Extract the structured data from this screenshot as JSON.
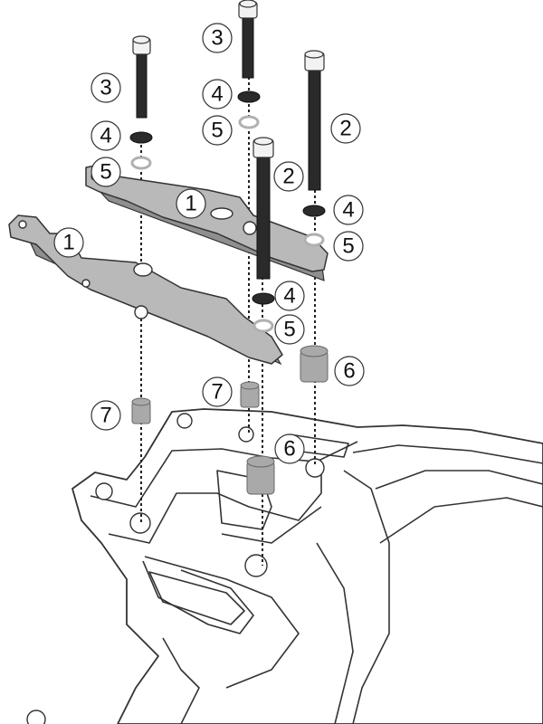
{
  "callouts": [
    "1",
    "1",
    "2",
    "2",
    "3",
    "3",
    "4",
    "4",
    "4",
    "4",
    "5",
    "5",
    "5",
    "5",
    "6",
    "6",
    "7",
    "7"
  ]
}
